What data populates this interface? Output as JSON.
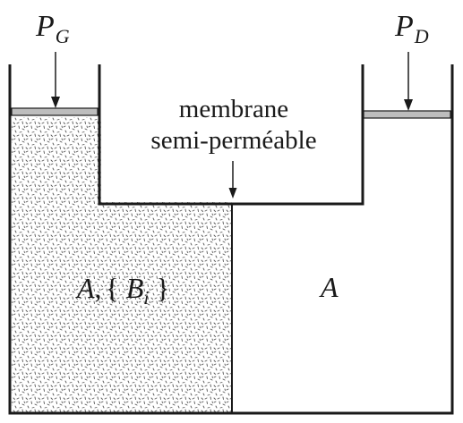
{
  "labels": {
    "pressure_left": "P",
    "pressure_left_sub": "G",
    "pressure_right": "P",
    "pressure_right_sub": "D",
    "membrane_line1": "membrane",
    "membrane_line2": "semi-perméable",
    "left_solution_species": "A",
    "left_solution_separator": ",",
    "left_solution_open_brace": "{",
    "left_solution_solute": "B",
    "left_solution_solute_sub": "i",
    "left_solution_close_brace": "}",
    "right_solvent": "A"
  },
  "colors": {
    "line": "#1a1a1a",
    "piston_fill": "#bdbdbd",
    "stipple": "#555555",
    "background": "#ffffff"
  }
}
